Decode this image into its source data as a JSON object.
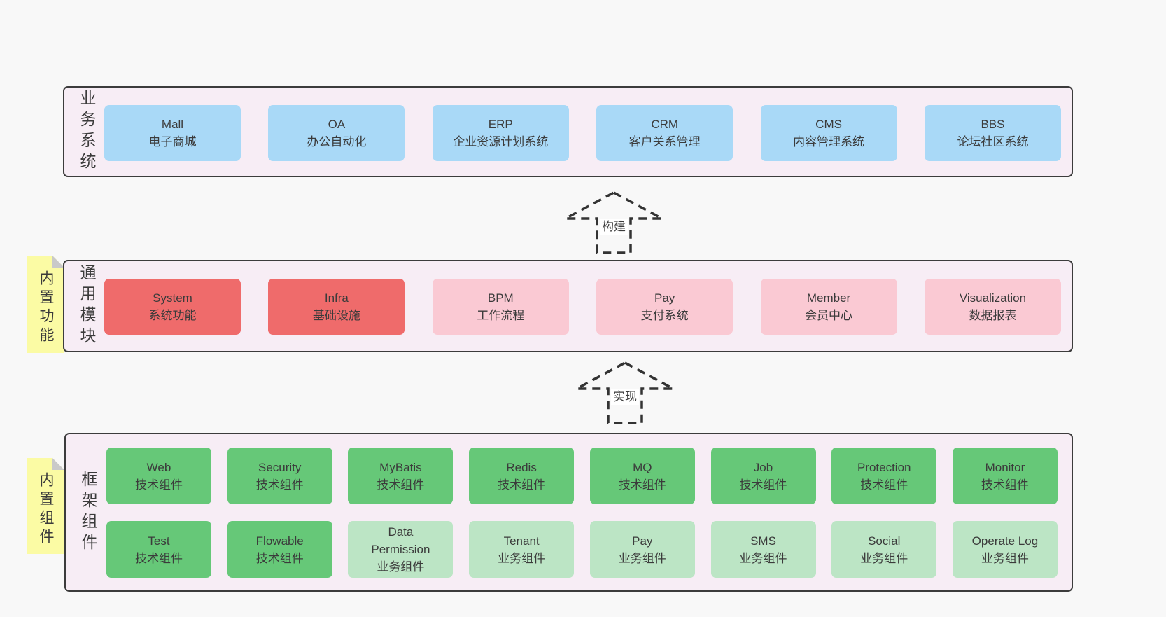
{
  "diagram": {
    "sections": {
      "business": {
        "label": "业务系统",
        "boxes": [
          {
            "title": "Mall",
            "subtitle": "电子商城",
            "variant": "blue"
          },
          {
            "title": "OA",
            "subtitle": "办公自动化",
            "variant": "blue"
          },
          {
            "title": "ERP",
            "subtitle": "企业资源计划系统",
            "variant": "blue"
          },
          {
            "title": "CRM",
            "subtitle": "客户关系管理",
            "variant": "blue"
          },
          {
            "title": "CMS",
            "subtitle": "内容管理系统",
            "variant": "blue"
          },
          {
            "title": "BBS",
            "subtitle": "论坛社区系统",
            "variant": "blue"
          }
        ]
      },
      "modules": {
        "label": "通用模块",
        "tag": "内置功能",
        "boxes": [
          {
            "title": "System",
            "subtitle": "系统功能",
            "variant": "red"
          },
          {
            "title": "Infra",
            "subtitle": "基础设施",
            "variant": "red"
          },
          {
            "title": "BPM",
            "subtitle": "工作流程",
            "variant": "pink"
          },
          {
            "title": "Pay",
            "subtitle": "支付系统",
            "variant": "pink"
          },
          {
            "title": "Member",
            "subtitle": "会员中心",
            "variant": "pink"
          },
          {
            "title": "Visualization",
            "subtitle": "数据报表",
            "variant": "pink"
          }
        ]
      },
      "framework": {
        "label": "框架组件",
        "tag": "内置组件",
        "row1": [
          {
            "title": "Web",
            "subtitle": "技术组件",
            "variant": "green"
          },
          {
            "title": "Security",
            "subtitle": "技术组件",
            "variant": "green"
          },
          {
            "title": "MyBatis",
            "subtitle": "技术组件",
            "variant": "green"
          },
          {
            "title": "Redis",
            "subtitle": "技术组件",
            "variant": "green"
          },
          {
            "title": "MQ",
            "subtitle": "技术组件",
            "variant": "green"
          },
          {
            "title": "Job",
            "subtitle": "技术组件",
            "variant": "green"
          },
          {
            "title": "Protection",
            "subtitle": "技术组件",
            "variant": "green"
          },
          {
            "title": "Monitor",
            "subtitle": "技术组件",
            "variant": "green"
          }
        ],
        "row2": [
          {
            "title": "Test",
            "subtitle": "技术组件",
            "variant": "green"
          },
          {
            "title": "Flowable",
            "subtitle": "技术组件",
            "variant": "green"
          },
          {
            "title": "Data Permission",
            "subtitle": "业务组件",
            "variant": "green-light"
          },
          {
            "title": "Tenant",
            "subtitle": "业务组件",
            "variant": "green-light"
          },
          {
            "title": "Pay",
            "subtitle": "业务组件",
            "variant": "green-light"
          },
          {
            "title": "SMS",
            "subtitle": "业务组件",
            "variant": "green-light"
          },
          {
            "title": "Social",
            "subtitle": "业务组件",
            "variant": "green-light"
          },
          {
            "title": "Operate Log",
            "subtitle": "业务组件",
            "variant": "green-light"
          }
        ]
      }
    },
    "arrows": [
      {
        "label": "构建"
      },
      {
        "label": "实现"
      }
    ],
    "colors": {
      "page_background": "#f8f8f8",
      "section_background": "#f7edf5",
      "section_border": "#3c3c3c",
      "blue_box": "#a9d9f7",
      "red_box": "#ef6b6b",
      "pink_box": "#fac9d3",
      "green_box": "#66c878",
      "light_green_box": "#bce5c5",
      "yellow_tag": "#fbfba4",
      "tag_fold": "#c9c9c9",
      "text": "#3b3b3b"
    }
  }
}
